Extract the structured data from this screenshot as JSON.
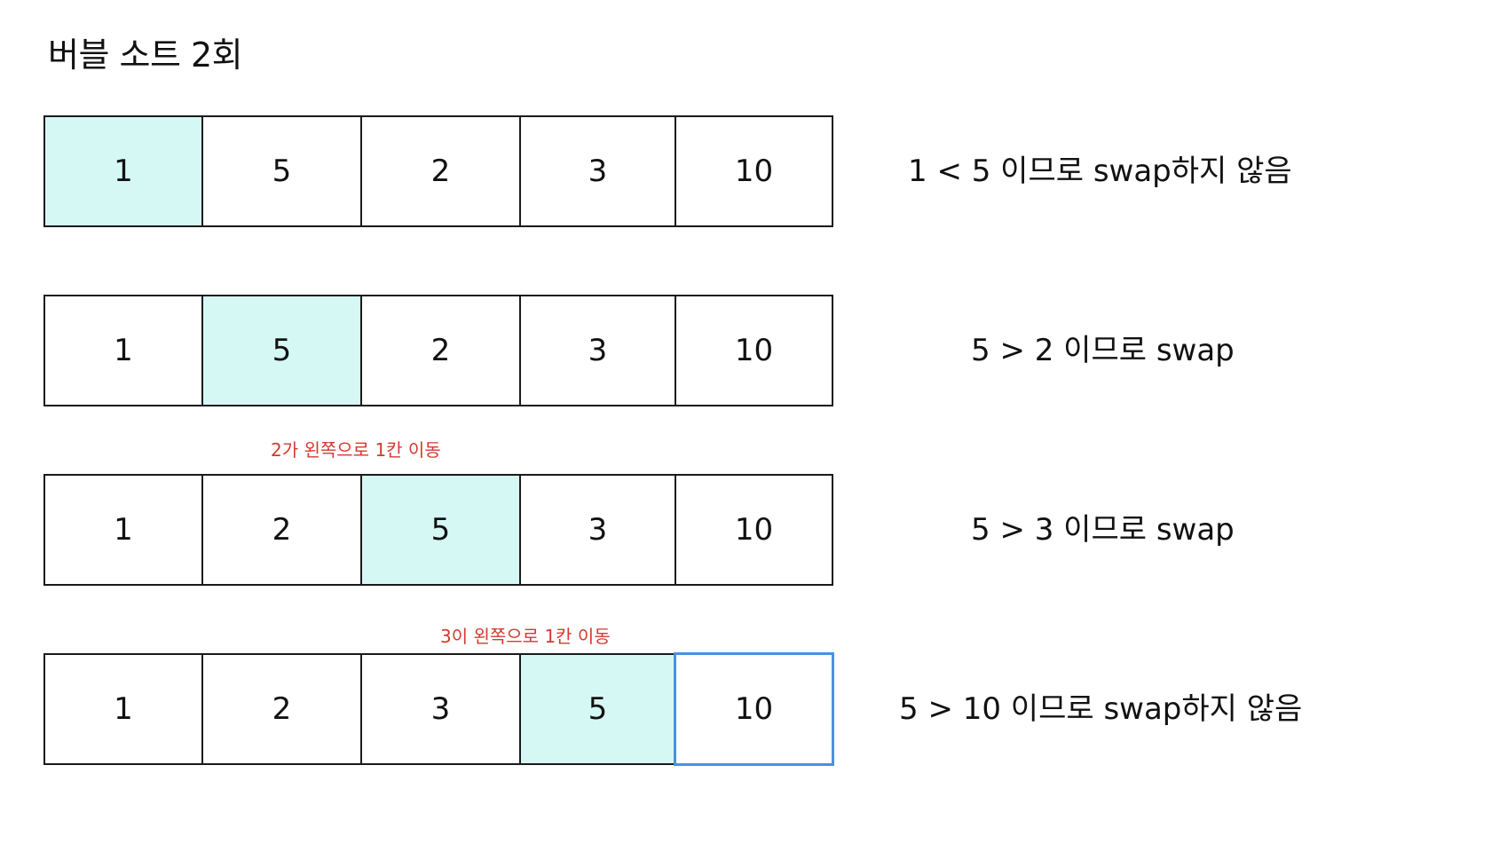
{
  "title": "버블 소트 2회",
  "rows": [
    {
      "cells": [
        "1",
        "5",
        "2",
        "3",
        "10"
      ],
      "description": "1 < 5 이므로 swap하지 않음"
    },
    {
      "cells": [
        "1",
        "5",
        "2",
        "3",
        "10"
      ],
      "description": "5 > 2 이므로 swap"
    },
    {
      "cells": [
        "1",
        "2",
        "5",
        "3",
        "10"
      ],
      "description": "5 > 3 이므로 swap"
    },
    {
      "cells": [
        "1",
        "2",
        "3",
        "5",
        "10"
      ],
      "description": "5 > 10 이므로 swap하지 않음"
    }
  ],
  "notes": [
    "2가 왼쪽으로 1칸 이동",
    "3이 왼쪽으로 1칸 이동"
  ],
  "colors": {
    "highlight": "#d6f8f4",
    "selection": "#4a90e2",
    "note": "#d13a2f"
  }
}
